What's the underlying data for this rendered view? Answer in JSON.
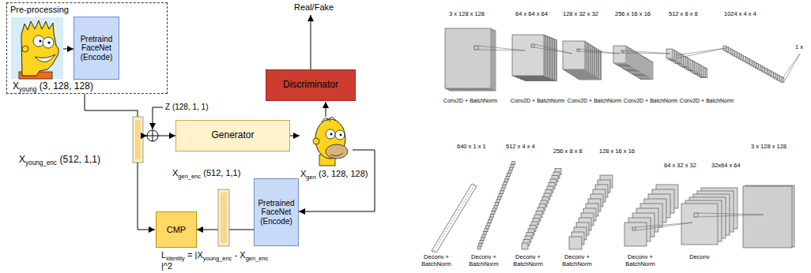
{
  "diagram": {
    "nodes": [
      {
        "text": [
          "Pre-processing"
        ]
      },
      {
        "text": [
          "Pretraind FaceNet (Encode)"
        ],
        "in": 0
      },
      {
        "text": [
          "Generator"
        ]
      },
      {
        "text": [
          "Discriminator"
        ]
      },
      {
        "text": [
          "Pretrained FaceNet (Encode)"
        ]
      },
      {
        "text": [
          "CMP"
        ]
      }
    ],
    "edges": [
      {
        "from": 0,
        "to": 2,
        "arrow": "to"
      },
      {
        "from": 4,
        "to": 5,
        "arrow": "to"
      }
    ],
    "labels": [
      "Real/Fake",
      "Z (128, 1, 1)",
      "X",
      "young",
      "(3, 128, 128)",
      "X",
      "young_enc",
      "(512, 1,1)",
      "X",
      "gen_enc",
      "(512, 1,1)",
      "X",
      "gen",
      "(3, 128, 128)",
      "L",
      "identity",
      "= |X",
      "young_enc",
      "- X",
      "gen_enc",
      "|^2",
      "3 x 128 x 128",
      "64 x 64 x 64",
      "128 x 32 x 32",
      "256 x 16 x 16",
      "512 x 8 x 8",
      "1024 x 4 x 4",
      "1 x",
      "Conv2D + BatchNorm",
      "Conv2D + BatchNorm",
      "Conv2D + BatchNorm",
      "Conv2D + BatchNorm",
      "Conv2D + BatchNorm",
      "640 x 1 x 1",
      "512 x 4 x 4",
      "256 x 8 x 8",
      "128 x 16 x 16",
      "64 x 32 x 32",
      "32x64 x 64",
      "3 x 128 x 128",
      "Deconv + BatchNorm",
      "Deconv + BatchNorm",
      "Deconv + BatchNorm",
      "Deconv + BatchNorm",
      "Deconv + BatchNorm",
      "Deconv"
    ]
  }
}
